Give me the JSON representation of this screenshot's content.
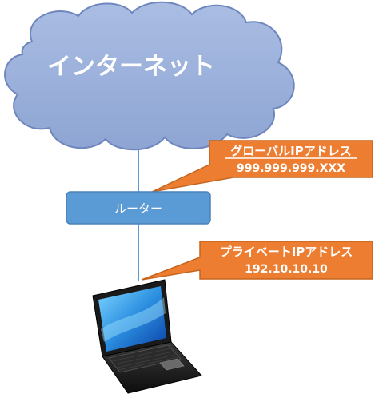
{
  "internet": {
    "label": "インターネット"
  },
  "router": {
    "label": "ルーター"
  },
  "global_ip": {
    "title": "グローバルIPアドレス",
    "value": "999.999.999.XXX"
  },
  "private_ip": {
    "title": "プライベートIPアドレス",
    "value": "192.10.10.10"
  },
  "colors": {
    "cloud_fill": "#9aafd9",
    "cloud_stroke": "#6e86bd",
    "router_fill": "#5b9bd5",
    "router_stroke": "#4a82b8",
    "callout_fill": "#ed7d31",
    "callout_stroke": "#c5651f",
    "line": "#5b9bd5"
  },
  "icons": {
    "computer": "laptop-icon",
    "network": "cloud-icon"
  }
}
